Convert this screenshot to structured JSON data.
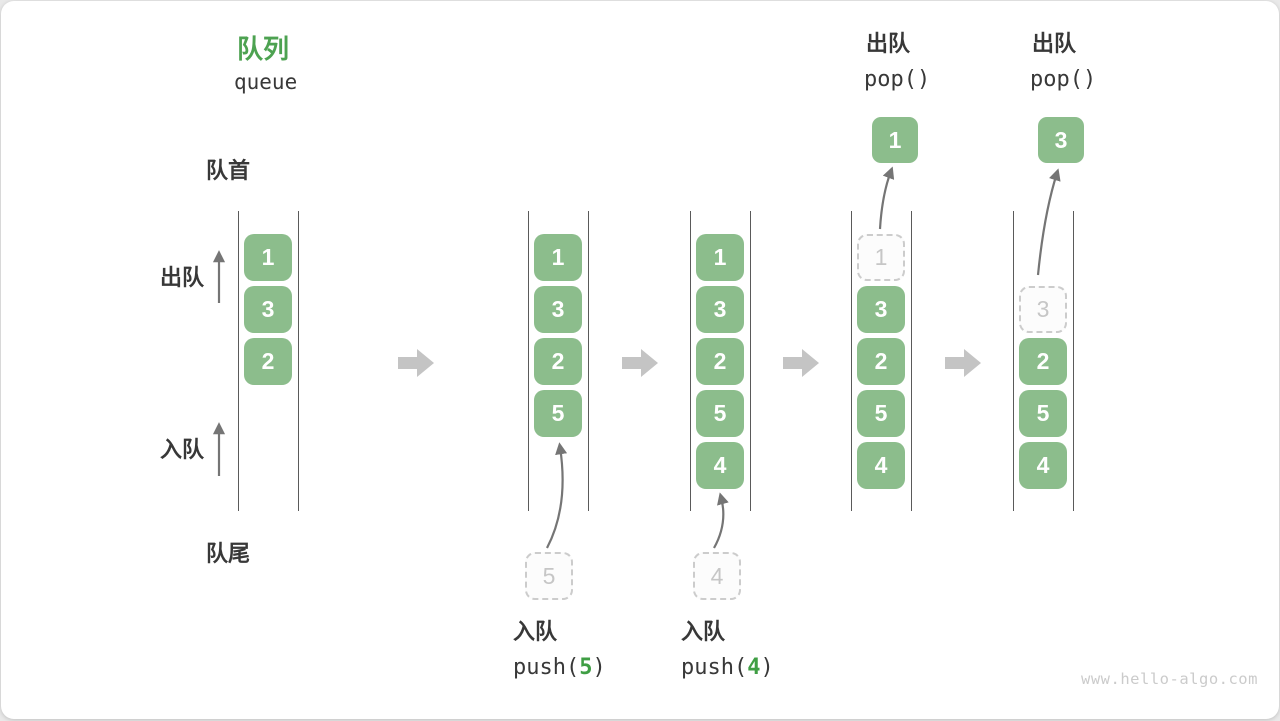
{
  "title": {
    "zh": "队列",
    "en": "queue"
  },
  "side_labels": {
    "front": "队首",
    "rear": "队尾",
    "dequeue": "出队",
    "enqueue": "入队"
  },
  "queues": [
    {
      "slots": [
        {
          "v": "1",
          "kind": "solid"
        },
        {
          "v": "3",
          "kind": "solid"
        },
        {
          "v": "2",
          "kind": "solid"
        }
      ]
    },
    {
      "slots": [
        {
          "v": "1",
          "kind": "solid"
        },
        {
          "v": "3",
          "kind": "solid"
        },
        {
          "v": "2",
          "kind": "solid"
        },
        {
          "v": "5",
          "kind": "solid"
        }
      ]
    },
    {
      "slots": [
        {
          "v": "1",
          "kind": "solid"
        },
        {
          "v": "3",
          "kind": "solid"
        },
        {
          "v": "2",
          "kind": "solid"
        },
        {
          "v": "5",
          "kind": "solid"
        },
        {
          "v": "4",
          "kind": "solid"
        }
      ]
    },
    {
      "slots": [
        {
          "v": "1",
          "kind": "ghost"
        },
        {
          "v": "3",
          "kind": "solid"
        },
        {
          "v": "2",
          "kind": "solid"
        },
        {
          "v": "5",
          "kind": "solid"
        },
        {
          "v": "4",
          "kind": "solid"
        }
      ]
    },
    {
      "slots": [
        {
          "v": "",
          "kind": "empty"
        },
        {
          "v": "3",
          "kind": "ghost"
        },
        {
          "v": "2",
          "kind": "solid"
        },
        {
          "v": "5",
          "kind": "solid"
        },
        {
          "v": "4",
          "kind": "solid"
        }
      ]
    }
  ],
  "operations": {
    "push5": {
      "action": "入队",
      "fn_open": "push(",
      "arg": "5",
      "fn_close": ")",
      "pending_value": "5"
    },
    "push4": {
      "action": "入队",
      "fn_open": "push(",
      "arg": "4",
      "fn_close": ")",
      "pending_value": "4"
    },
    "pop1": {
      "action": "出队",
      "fn": "pop()",
      "popped_value": "1"
    },
    "pop3": {
      "action": "出队",
      "fn": "pop()",
      "popped_value": "3"
    }
  },
  "watermark": "www.hello-algo.com",
  "colors": {
    "box_green": "#8cbd8c",
    "title_green": "#4da251",
    "code_green": "#3f9e44",
    "ghost_gray": "#c6c6c6",
    "block_arrow_gray": "#c4c4c4",
    "thin_arrow_gray": "#757575",
    "line_gray": "#5a5a5a",
    "text_dark": "#383838",
    "watermark_gray": "#cbcbcb"
  }
}
